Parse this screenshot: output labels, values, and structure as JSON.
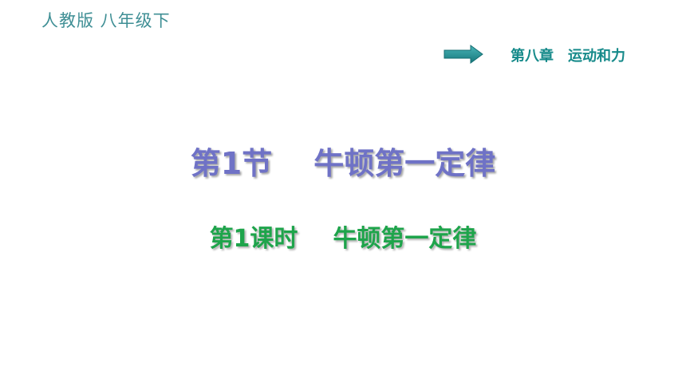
{
  "header": {
    "edition": "人教版 八年级下",
    "chapter_number": "第八章",
    "chapter_name": "运动和力",
    "arrow_icon": "arrow-right-icon",
    "arrow_color": "#1f8f94"
  },
  "main": {
    "section_number": "第1节",
    "section_name": "牛顿第一定律",
    "lesson_number": "第1课时",
    "lesson_name": "牛顿第一定律"
  }
}
